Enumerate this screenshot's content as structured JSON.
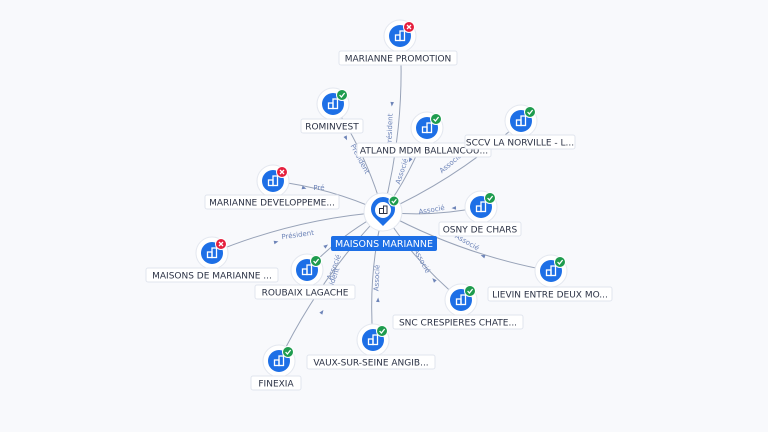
{
  "center": {
    "label": "MAISONS MARIANNE",
    "status": "ok"
  },
  "nodes": [
    {
      "id": "marianne-promotion",
      "label": "MARIANNE PROMOTION",
      "status": "error",
      "edge_label": "Président"
    },
    {
      "id": "rominvest",
      "label": "ROMINVEST",
      "status": "ok",
      "edge_label": "Président"
    },
    {
      "id": "atland-mdm",
      "label": "ATLAND MDM BALLANCOU...",
      "status": "ok",
      "edge_label": "Associé"
    },
    {
      "id": "sccv-la-norville",
      "label": "SCCV LA NORVILLE - L...",
      "status": "ok",
      "edge_label": "Associé"
    },
    {
      "id": "marianne-developpement",
      "label": "MARIANNE DEVELOPPEME...",
      "status": "error",
      "edge_label": "Pré"
    },
    {
      "id": "osny-de-chars",
      "label": "OSNY DE CHARS",
      "status": "ok",
      "edge_label": "Associé"
    },
    {
      "id": "maisons-de-marianne",
      "label": "MAISONS DE MARIANNE ...",
      "status": "error",
      "edge_label": "Président"
    },
    {
      "id": "roubaix-lagache",
      "label": "ROUBAIX LAGACHE",
      "status": "ok",
      "edge_label": "Associé"
    },
    {
      "id": "lievin-entre-deux",
      "label": "LIEVIN ENTRE DEUX MO...",
      "status": "ok",
      "edge_label": "Associé"
    },
    {
      "id": "snc-crespieres",
      "label": "SNC CRESPIERES CHATE...",
      "status": "ok",
      "edge_label": "Associé"
    },
    {
      "id": "vaux-sur-seine",
      "label": "VAUX-SUR-SEINE ANGIB...",
      "status": "ok",
      "edge_label": "Associé"
    },
    {
      "id": "finexia",
      "label": "FINEXIA",
      "status": "ok",
      "edge_label": "Président"
    }
  ],
  "colors": {
    "node": "#1d6fe6",
    "status_ok": "#1e9c4e",
    "status_error": "#e5203e",
    "edge_label": "#6d84b8"
  },
  "icons": {
    "node": "company-building-icon",
    "status_ok": "check-icon",
    "status_error": "cross-icon"
  }
}
